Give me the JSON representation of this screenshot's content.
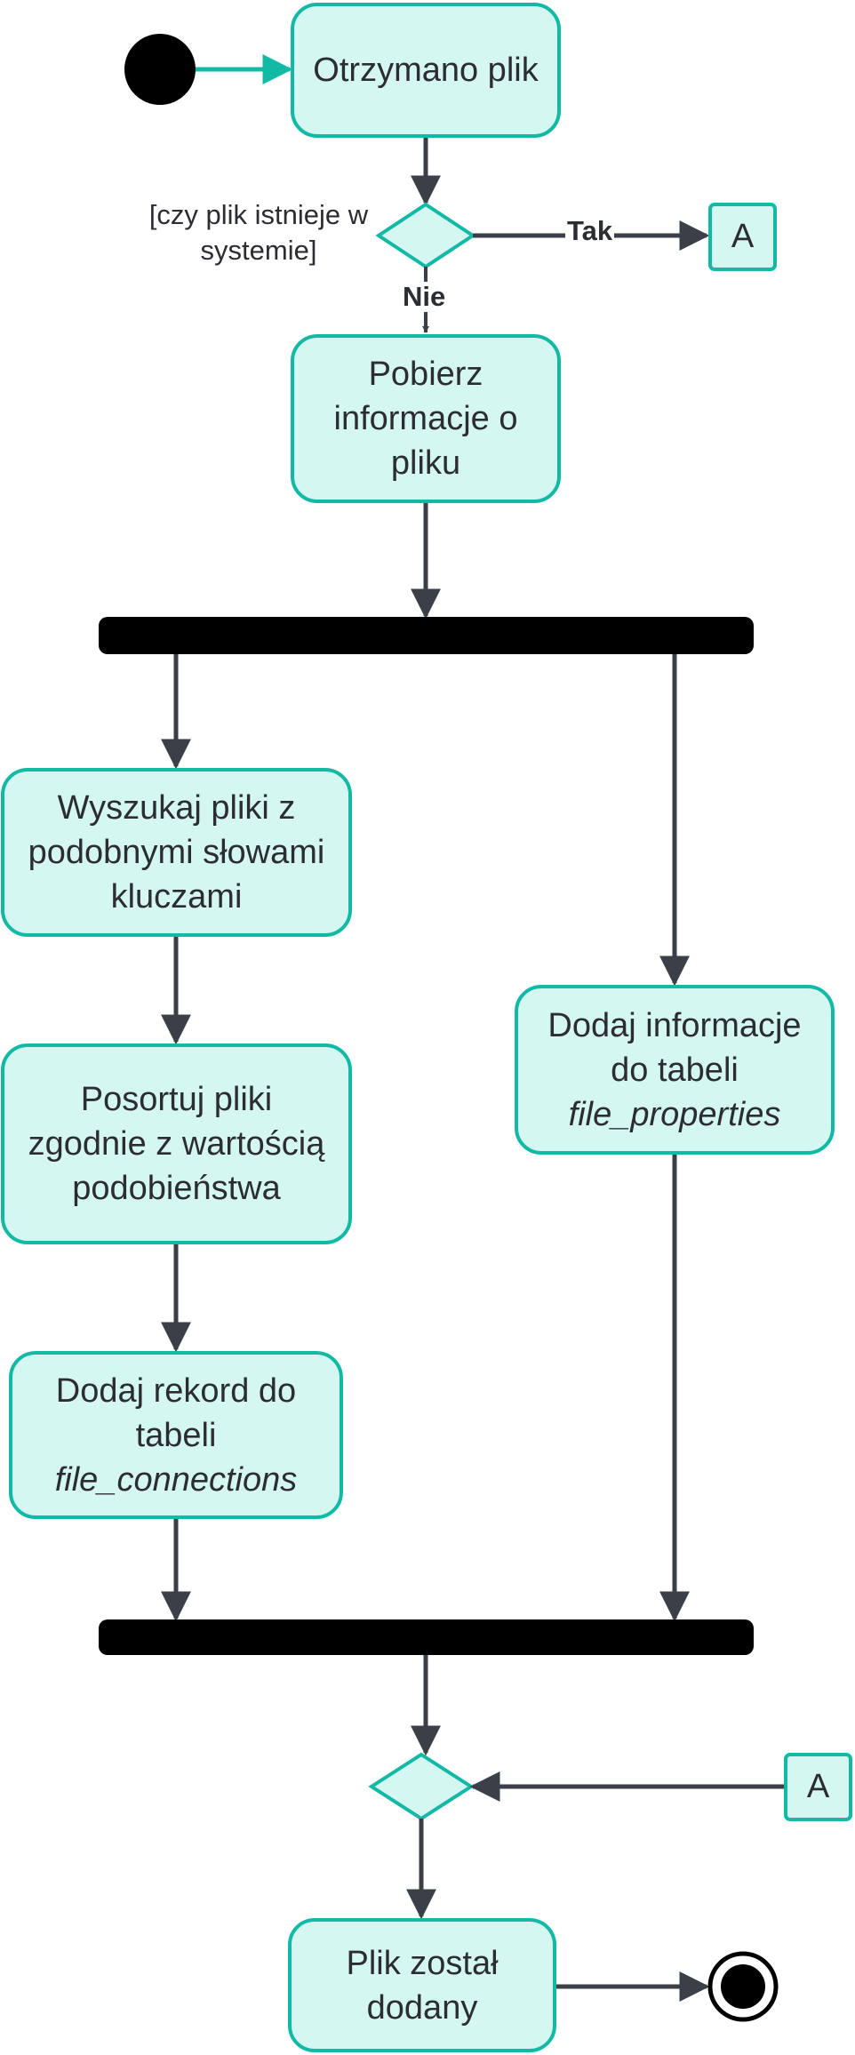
{
  "nodes": {
    "received": "Otrzymano plik",
    "fetch_info": "Pobierz informacje o pliku",
    "search": "Wyszukaj pliki z podobnymi słowami kluczami",
    "sort": "Posortuj pliki zgodnie z wartością podobieństwa",
    "add_record": {
      "line1": "Dodaj rekord do tabeli",
      "italic": "file_connections"
    },
    "add_info": {
      "line1": "Dodaj informacje do tabeli",
      "italic": "file_properties"
    },
    "added": "Plik został dodany"
  },
  "connectors": {
    "top": "A",
    "bottom": "A"
  },
  "guard": "[czy plik istnieje w systemie]",
  "edge_labels": {
    "yes": "Tak",
    "no": "Nie"
  },
  "colors": {
    "node_fill": "#d5f7f1",
    "node_border": "#12b9a5",
    "edge": "#3b3f47",
    "start_edge": "#12b9a5",
    "bar": "#000000"
  }
}
